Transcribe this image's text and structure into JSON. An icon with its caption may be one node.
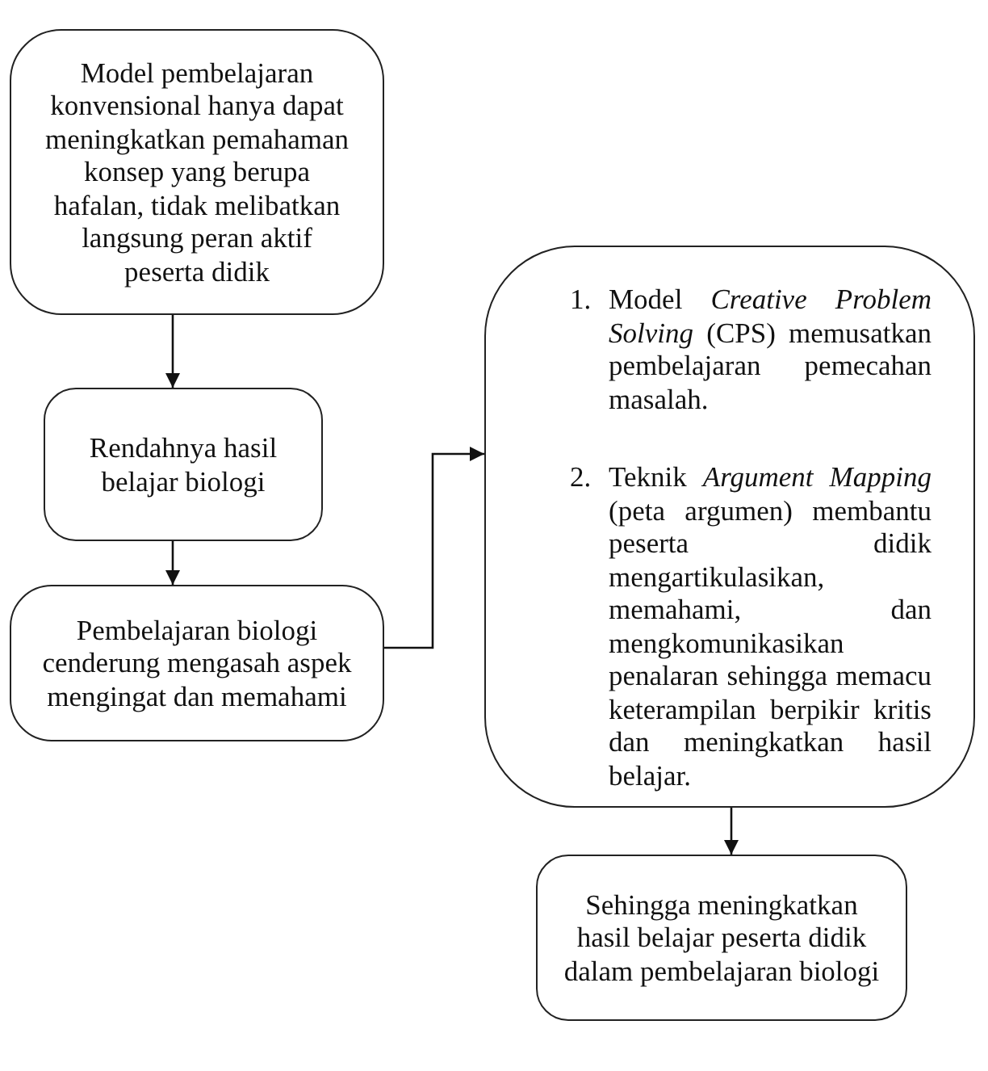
{
  "diagram": {
    "nodes": [
      {
        "text": [
          "Model pembelajaran konvensional hanya dapat meningkatkan pemahaman konsep yang berupa hafalan, tidak melibatkan langsung peran aktif peserta didik"
        ]
      },
      {
        "text": [
          "Rendahnya hasil belajar biologi"
        ]
      },
      {
        "text": [
          "Pembelajaran biologi cenderung mengasah aspek mengingat dan memahami"
        ]
      },
      {
        "text": [
          "1.",
          "Model *Creative Problem Solving* (CPS) memusatkan pembelajaran pemecahan masalah.",
          "2.",
          "Teknik *Argument Mapping* (peta argumen) membantu peserta didik mengartikulasikan, memahami, dan mengkomunikasikan penalaran sehingga memacu keterampilan berpikir kritis dan meningkatkan hasil belajar."
        ]
      },
      {
        "text": [
          "Sehingga meningkatkan hasil belajar peserta didik dalam pembelajaran biologi"
        ]
      }
    ],
    "edges": [
      {
        "from": 0,
        "to": 1,
        "arrow": "to"
      },
      {
        "from": 1,
        "to": 2,
        "arrow": "to"
      },
      {
        "from": 2,
        "to": 3,
        "arrow": "to"
      },
      {
        "from": 3,
        "to": 4,
        "arrow": "to"
      }
    ]
  }
}
